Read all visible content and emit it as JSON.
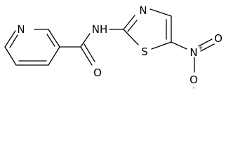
{
  "molecule": {
    "atoms": {
      "pyridine_n": "N",
      "amide_nh": "NH",
      "amide_o": "O",
      "thiazole_n": "N",
      "thiazole_s": "S",
      "nitro_n": "N",
      "nitro_n_charge": "+",
      "nitro_o_top": "O",
      "nitro_o_bottom": "O",
      "nitro_o_charge": "-"
    }
  }
}
